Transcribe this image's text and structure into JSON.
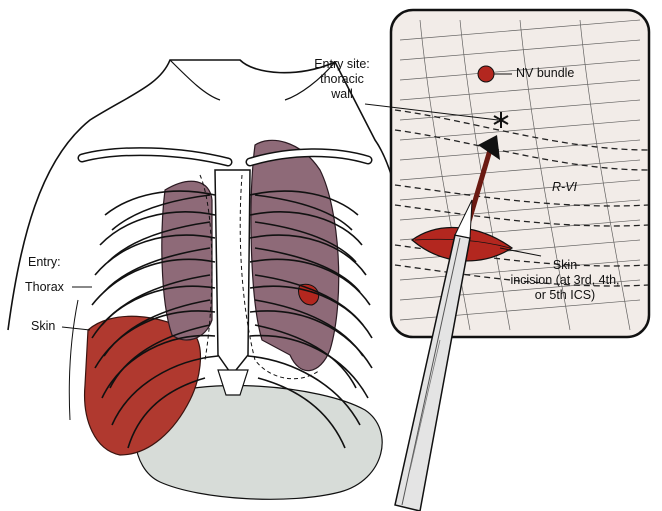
{
  "labels": {
    "entry_site_line1": "Entry site:",
    "entry_site_line2": "thoracic",
    "entry_site_line3": "wall",
    "nv_bundle": "NV bundle",
    "rib_label": "R-VI",
    "skin_incision_line1": "Skin",
    "skin_incision_line2": "incision (at 3rd, 4th,",
    "skin_incision_line3": "or 5th ICS)",
    "entry": "Entry:",
    "thorax": "Thorax",
    "skin": "Skin"
  },
  "colors": {
    "outline": "#111111",
    "lung": "#8e6a78",
    "heart": "#b5564b",
    "liver": "#b0392f",
    "stomach": "#d7dcd8",
    "inset_bg": "#f2ece8",
    "highlight": "#b3271f"
  }
}
